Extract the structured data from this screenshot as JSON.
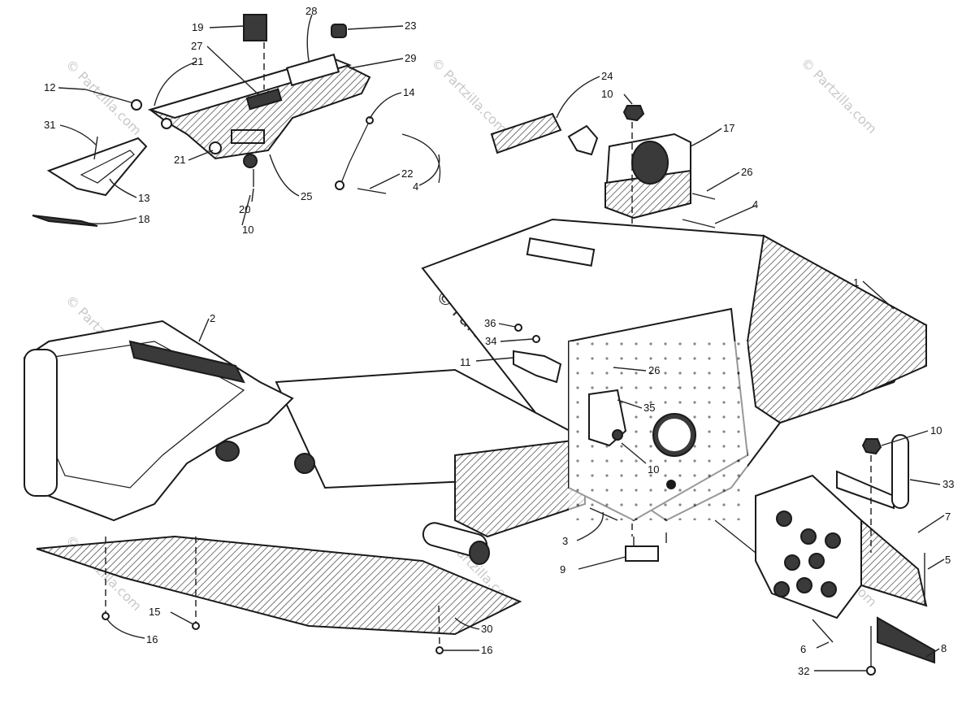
{
  "watermark": {
    "brand": "© Partzilla.com",
    "center_lines": [
      "© Partzilla.com"
    ]
  },
  "callouts": [
    {
      "id": "c1",
      "text": "1"
    },
    {
      "id": "c2",
      "text": "2"
    },
    {
      "id": "c3",
      "text": "3"
    },
    {
      "id": "c4a",
      "text": "4"
    },
    {
      "id": "c4b",
      "text": "4"
    },
    {
      "id": "c5",
      "text": "5"
    },
    {
      "id": "c6",
      "text": "6"
    },
    {
      "id": "c7",
      "text": "7"
    },
    {
      "id": "c8",
      "text": "8"
    },
    {
      "id": "c9",
      "text": "9"
    },
    {
      "id": "c10a",
      "text": "10"
    },
    {
      "id": "c10b",
      "text": "10"
    },
    {
      "id": "c10c",
      "text": "10"
    },
    {
      "id": "c10d",
      "text": "10"
    },
    {
      "id": "c11",
      "text": "11"
    },
    {
      "id": "c12",
      "text": "12"
    },
    {
      "id": "c13",
      "text": "13"
    },
    {
      "id": "c14",
      "text": "14"
    },
    {
      "id": "c15",
      "text": "15"
    },
    {
      "id": "c16a",
      "text": "16"
    },
    {
      "id": "c16b",
      "text": "16"
    },
    {
      "id": "c17",
      "text": "17"
    },
    {
      "id": "c18",
      "text": "18"
    },
    {
      "id": "c19",
      "text": "19"
    },
    {
      "id": "c20",
      "text": "20"
    },
    {
      "id": "c21a",
      "text": "21"
    },
    {
      "id": "c21b",
      "text": "21"
    },
    {
      "id": "c22",
      "text": "22"
    },
    {
      "id": "c23",
      "text": "23"
    },
    {
      "id": "c24",
      "text": "24"
    },
    {
      "id": "c25",
      "text": "25"
    },
    {
      "id": "c26a",
      "text": "26"
    },
    {
      "id": "c26b",
      "text": "26"
    },
    {
      "id": "c27",
      "text": "27"
    },
    {
      "id": "c28",
      "text": "28"
    },
    {
      "id": "c29",
      "text": "29"
    },
    {
      "id": "c30",
      "text": "30"
    },
    {
      "id": "c31",
      "text": "31"
    },
    {
      "id": "c32",
      "text": "32"
    },
    {
      "id": "c33",
      "text": "33"
    },
    {
      "id": "c34",
      "text": "34"
    },
    {
      "id": "c35",
      "text": "35"
    },
    {
      "id": "c36",
      "text": "36"
    }
  ]
}
